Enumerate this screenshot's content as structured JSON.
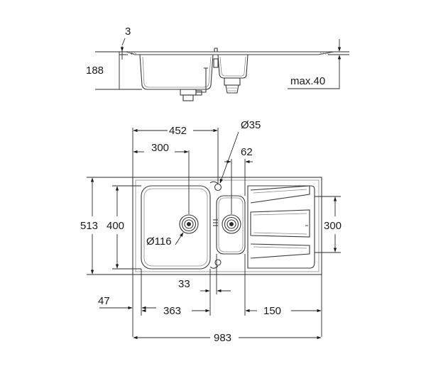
{
  "diagram": {
    "labels": {
      "rim_thickness": "3",
      "bowl_depth": "188",
      "max_depth": "max.40",
      "tap_offset": "452",
      "tap_hole": "Ø35",
      "main_bowl_center": "300",
      "small_bowl_width": "62",
      "overall_depth": "513",
      "bowl_depth_plan": "400",
      "drain_size": "Ø116",
      "drainer_depth": "300",
      "bowl_gap": "33",
      "edge_offset": "47",
      "main_bowl_width": "363",
      "drainer_width": "150",
      "overall_width": "983"
    }
  }
}
